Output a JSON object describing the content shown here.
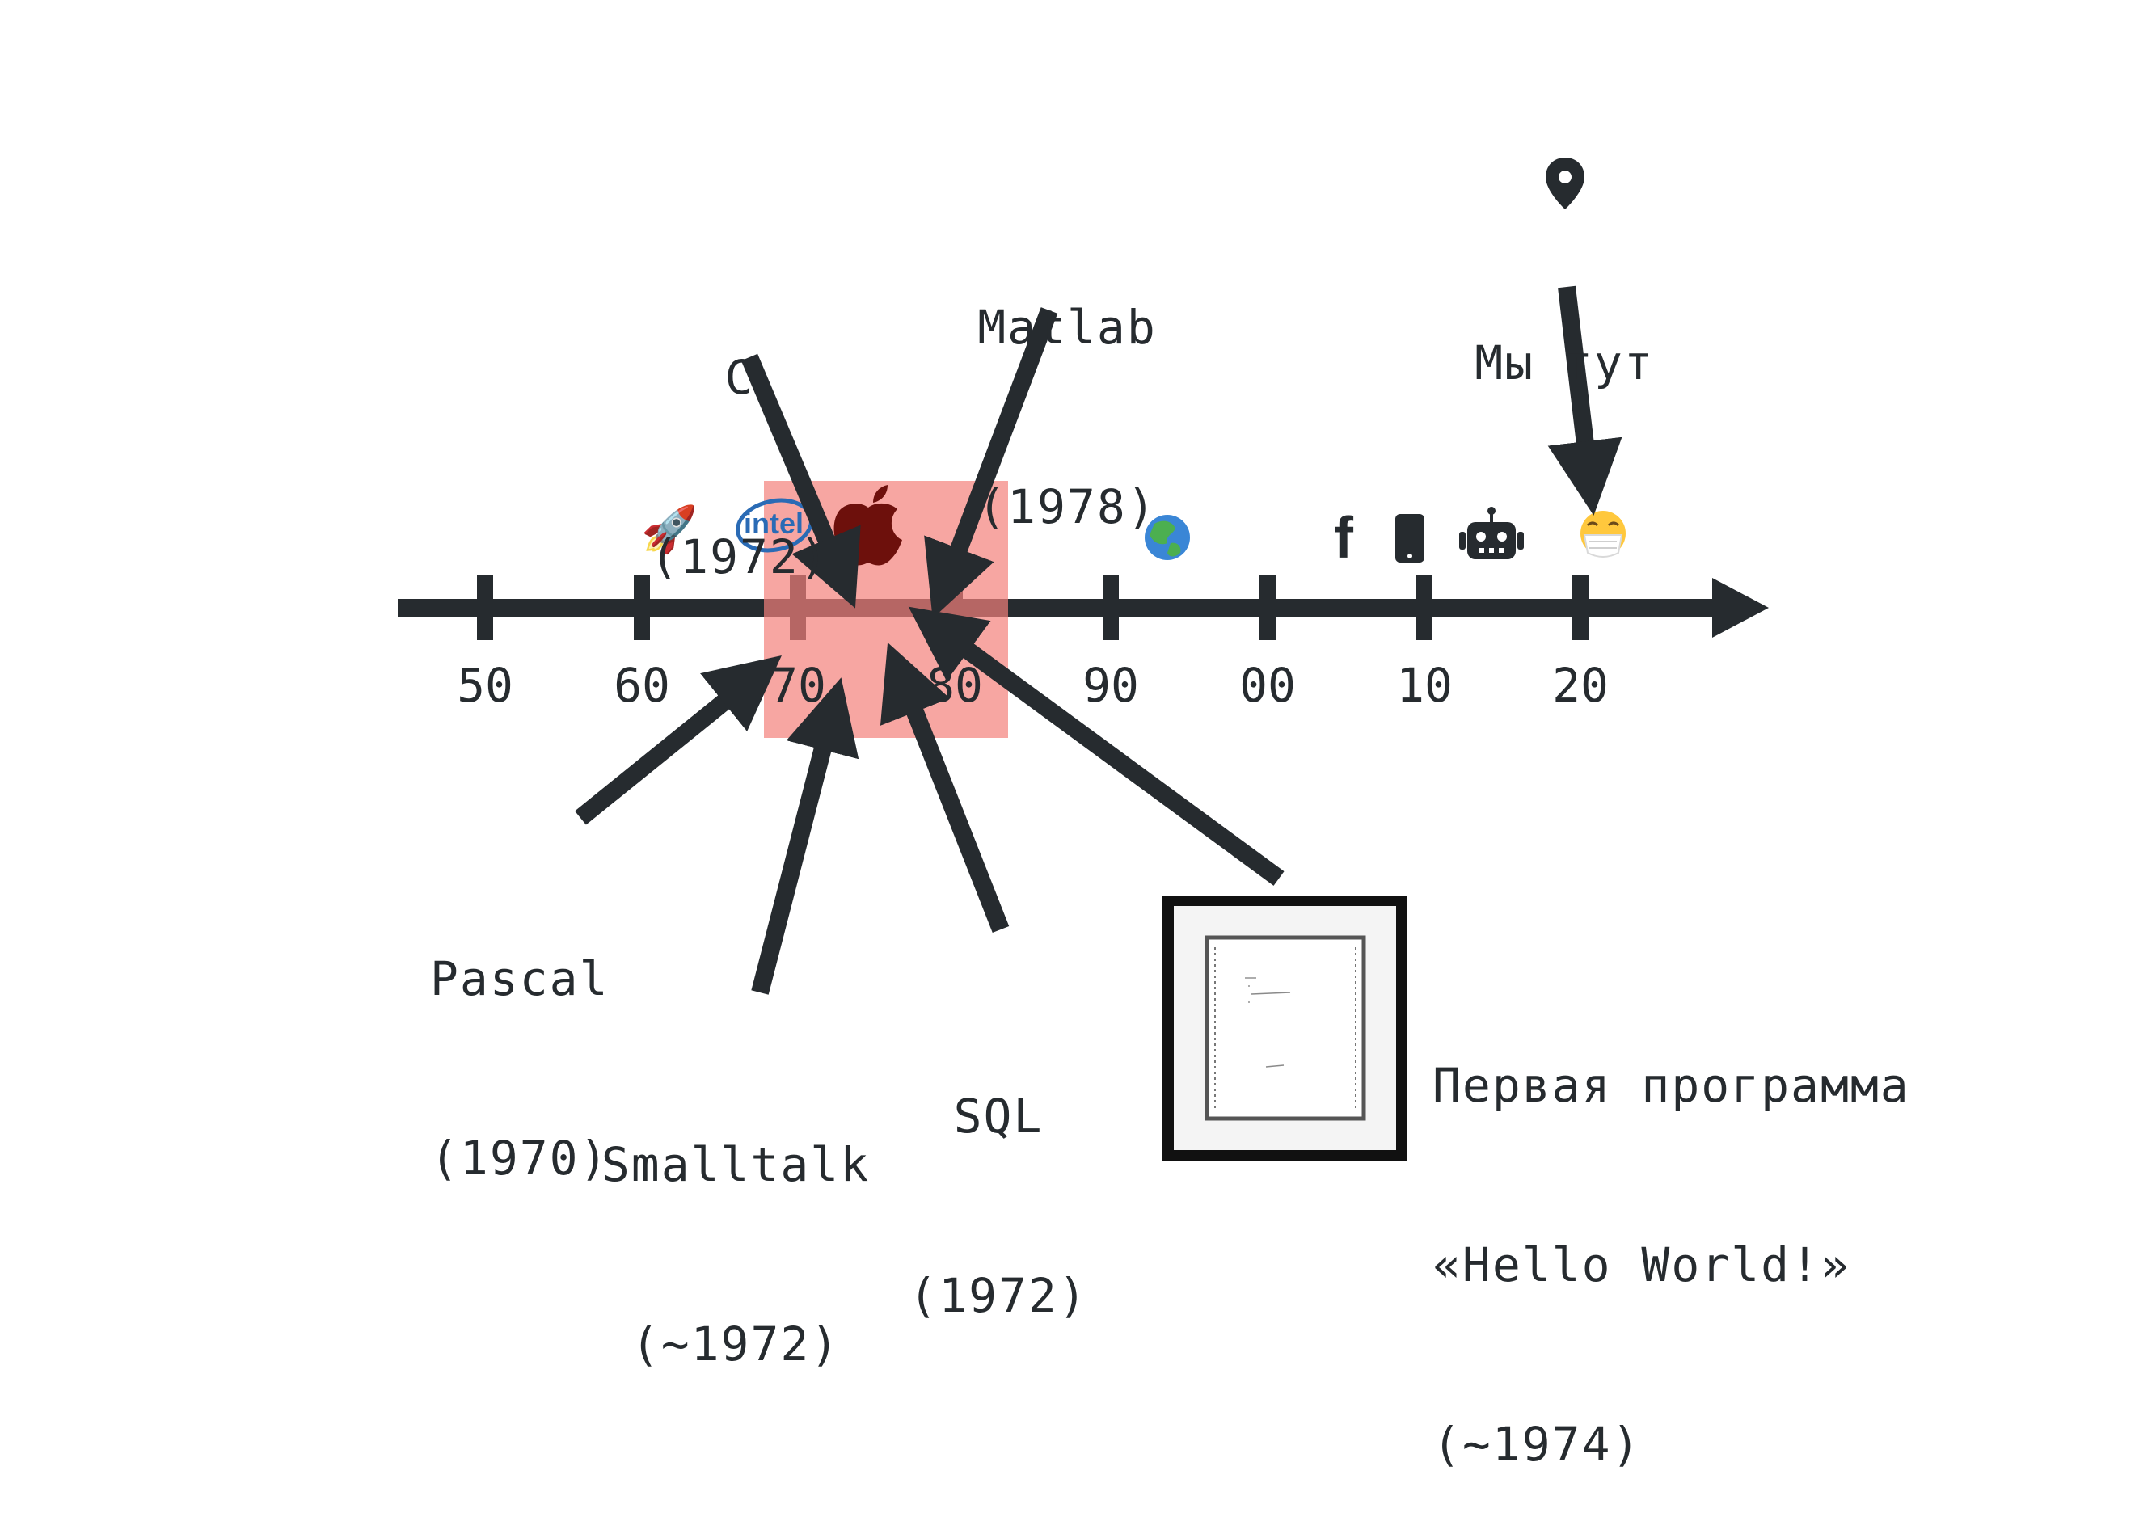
{
  "timeline": {
    "ticks": [
      "50",
      "60",
      "70",
      "80",
      "90",
      "00",
      "10",
      "20"
    ],
    "highlight_color": "#f4807a",
    "axis_color": "#262b2f"
  },
  "era_icons": [
    {
      "name": "rocket-icon",
      "glyph": "🚀"
    },
    {
      "name": "intel-logo",
      "text": "intel"
    },
    {
      "name": "apple-logo",
      "glyph": ""
    },
    {
      "name": "globe-icon",
      "glyph": "🌍"
    },
    {
      "name": "facebook-icon",
      "text": "f"
    },
    {
      "name": "smartphone-icon"
    },
    {
      "name": "robot-icon"
    },
    {
      "name": "mask-face-icon",
      "glyph": "😷"
    }
  ],
  "languages": {
    "c": {
      "name": "C",
      "year": "(1972)"
    },
    "matlab": {
      "name": "Matlab",
      "year": "(1978)"
    },
    "pascal": {
      "name": "Pascal",
      "year": "(1970)"
    },
    "smalltalk": {
      "name": "Smalltalk",
      "year": "(~1972)"
    },
    "sql": {
      "name": "SQL",
      "year": "(1972)"
    }
  },
  "we_are_here": {
    "text": "Мы тут",
    "icon": "location-pin-icon"
  },
  "hello_world": {
    "line1": "Первая программа",
    "line2": "«Hello World!»",
    "line3": "(~1974)",
    "image": "framed-hello-world-printout"
  }
}
